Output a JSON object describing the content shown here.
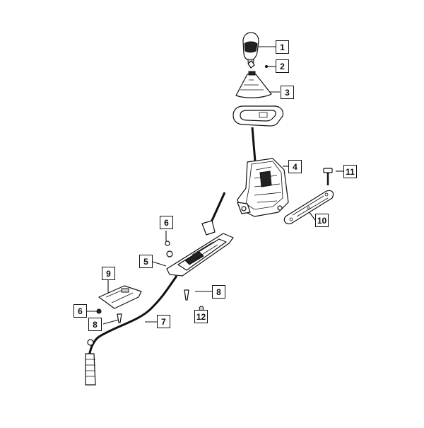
{
  "diagram": {
    "callouts": [
      {
        "id": "c1",
        "label": "1"
      },
      {
        "id": "c2",
        "label": "2"
      },
      {
        "id": "c3",
        "label": "3"
      },
      {
        "id": "c4",
        "label": "4"
      },
      {
        "id": "c11",
        "label": "11"
      },
      {
        "id": "c10",
        "label": "10"
      },
      {
        "id": "c6a",
        "label": "6"
      },
      {
        "id": "c5",
        "label": "5"
      },
      {
        "id": "c9",
        "label": "9"
      },
      {
        "id": "c8a",
        "label": "8"
      },
      {
        "id": "c6b",
        "label": "6"
      },
      {
        "id": "c12",
        "label": "12"
      },
      {
        "id": "c7",
        "label": "7"
      },
      {
        "id": "c8b",
        "label": "8"
      }
    ]
  }
}
